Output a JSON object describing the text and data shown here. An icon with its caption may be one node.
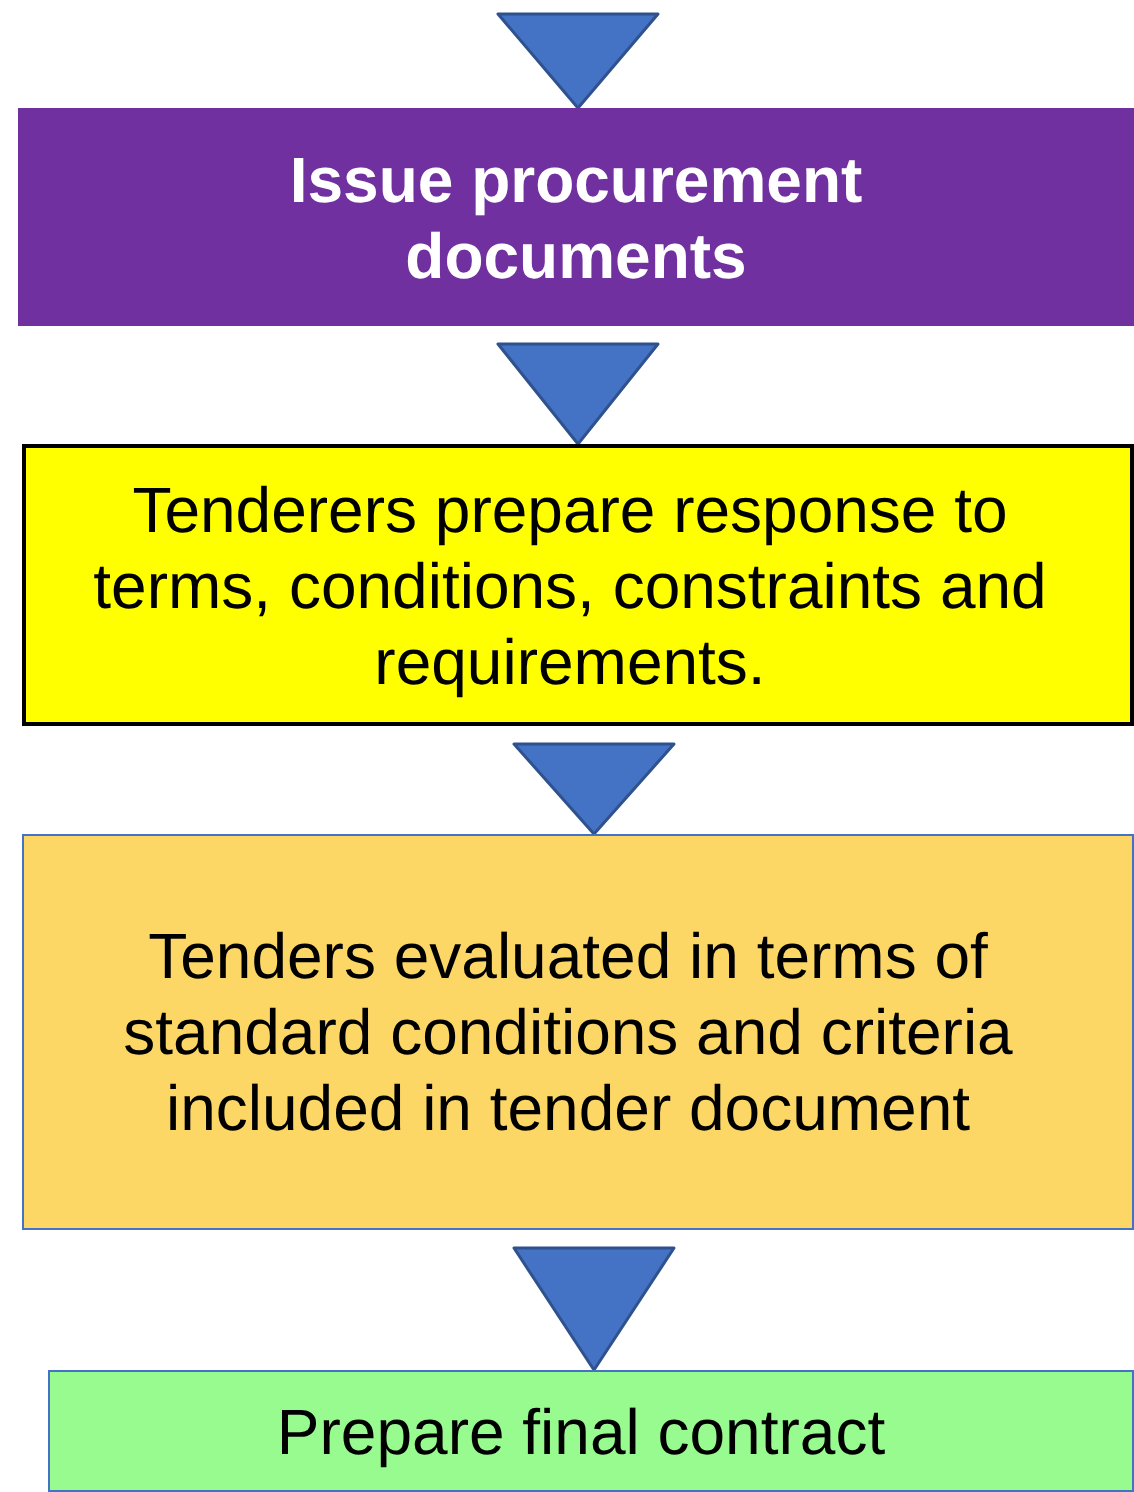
{
  "diagram": {
    "nodes": [
      {
        "text": [
          "Issue procurement documents"
        ]
      },
      {
        "text": [
          "Tenderers prepare response to terms, conditions, constraints and requirements."
        ]
      },
      {
        "text": [
          "Tenders evaluated in terms of standard conditions and criteria included in tender document"
        ]
      },
      {
        "text": [
          "Prepare final contract"
        ]
      }
    ],
    "edges": [
      {
        "from": null,
        "to": 0,
        "arrow": "to"
      },
      {
        "from": 0,
        "to": 1,
        "arrow": "to"
      },
      {
        "from": 1,
        "to": 2,
        "arrow": "to"
      },
      {
        "from": 2,
        "to": 3,
        "arrow": "to"
      }
    ]
  }
}
